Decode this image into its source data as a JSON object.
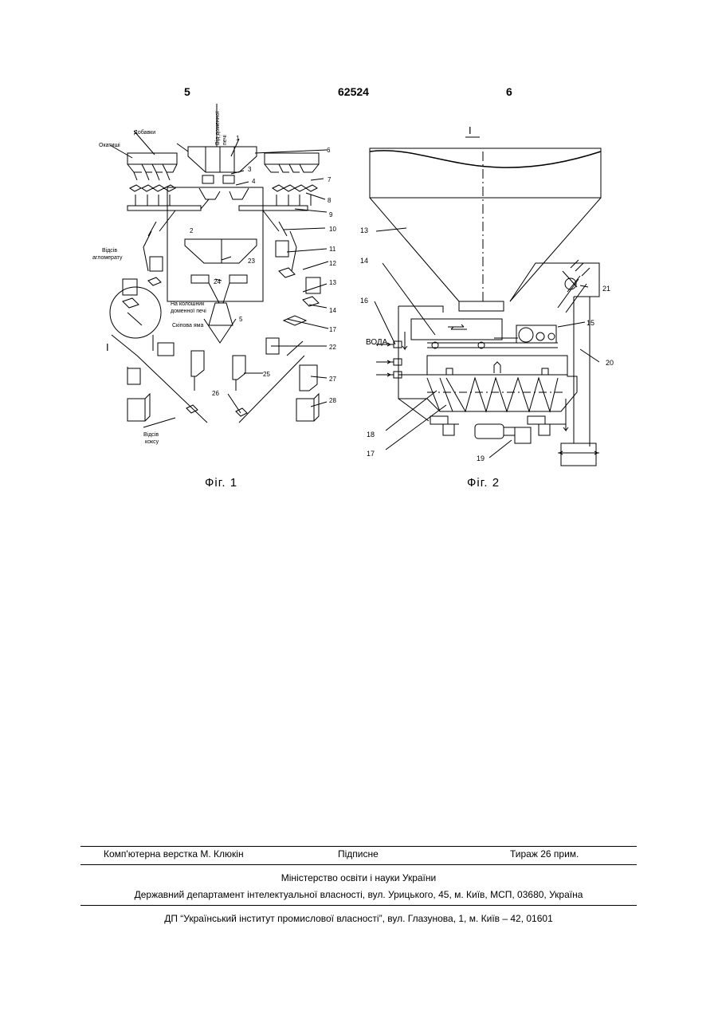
{
  "header": {
    "page_left": "5",
    "doc_number": "62524",
    "page_right": "6"
  },
  "fig1": {
    "caption": "Фіг. 1",
    "labels": {
      "dobavky": "Добавки",
      "okatyshi": "Окатиші",
      "vid_domennoi_1": "Від доменної",
      "vid_domennoi_2": "печі",
      "vidsiv_agl_1": "Відсів",
      "vidsiv_agl_2": "агломерату",
      "koloshnyk_1": "На колошник",
      "koloshnyk_2": "доменної печі",
      "skipova_yama": "Скіпова яма",
      "vidsiv_koksu_1": "Відсів",
      "vidsiv_koksu_2": "коксу",
      "section_mark": "І"
    },
    "numbers": [
      "1",
      "2",
      "3",
      "4",
      "5",
      "6",
      "7",
      "8",
      "9",
      "10",
      "11",
      "12",
      "13",
      "14",
      "17",
      "22",
      "23",
      "24",
      "25",
      "26",
      "27",
      "28"
    ]
  },
  "fig2": {
    "caption": "Фіг. 2",
    "section_mark": "І",
    "voda": "ВОДА",
    "numbers": [
      "13",
      "14",
      "15",
      "16",
      "17",
      "18",
      "19",
      "20",
      "21"
    ]
  },
  "footer": {
    "compositor": "Комп'ютерна верстка М. Клюкін",
    "signed": "Підписне",
    "circulation": "Тираж 26 прим.",
    "ministry": "Міністерство освіти і науки України",
    "department": "Державний департамент інтелектуальної власності, вул. Урицького, 45, м. Київ, МСП, 03680, Україна",
    "institute": "ДП “Український інститут промислової власності”, вул. Глазунова, 1, м. Київ – 42, 01601"
  }
}
